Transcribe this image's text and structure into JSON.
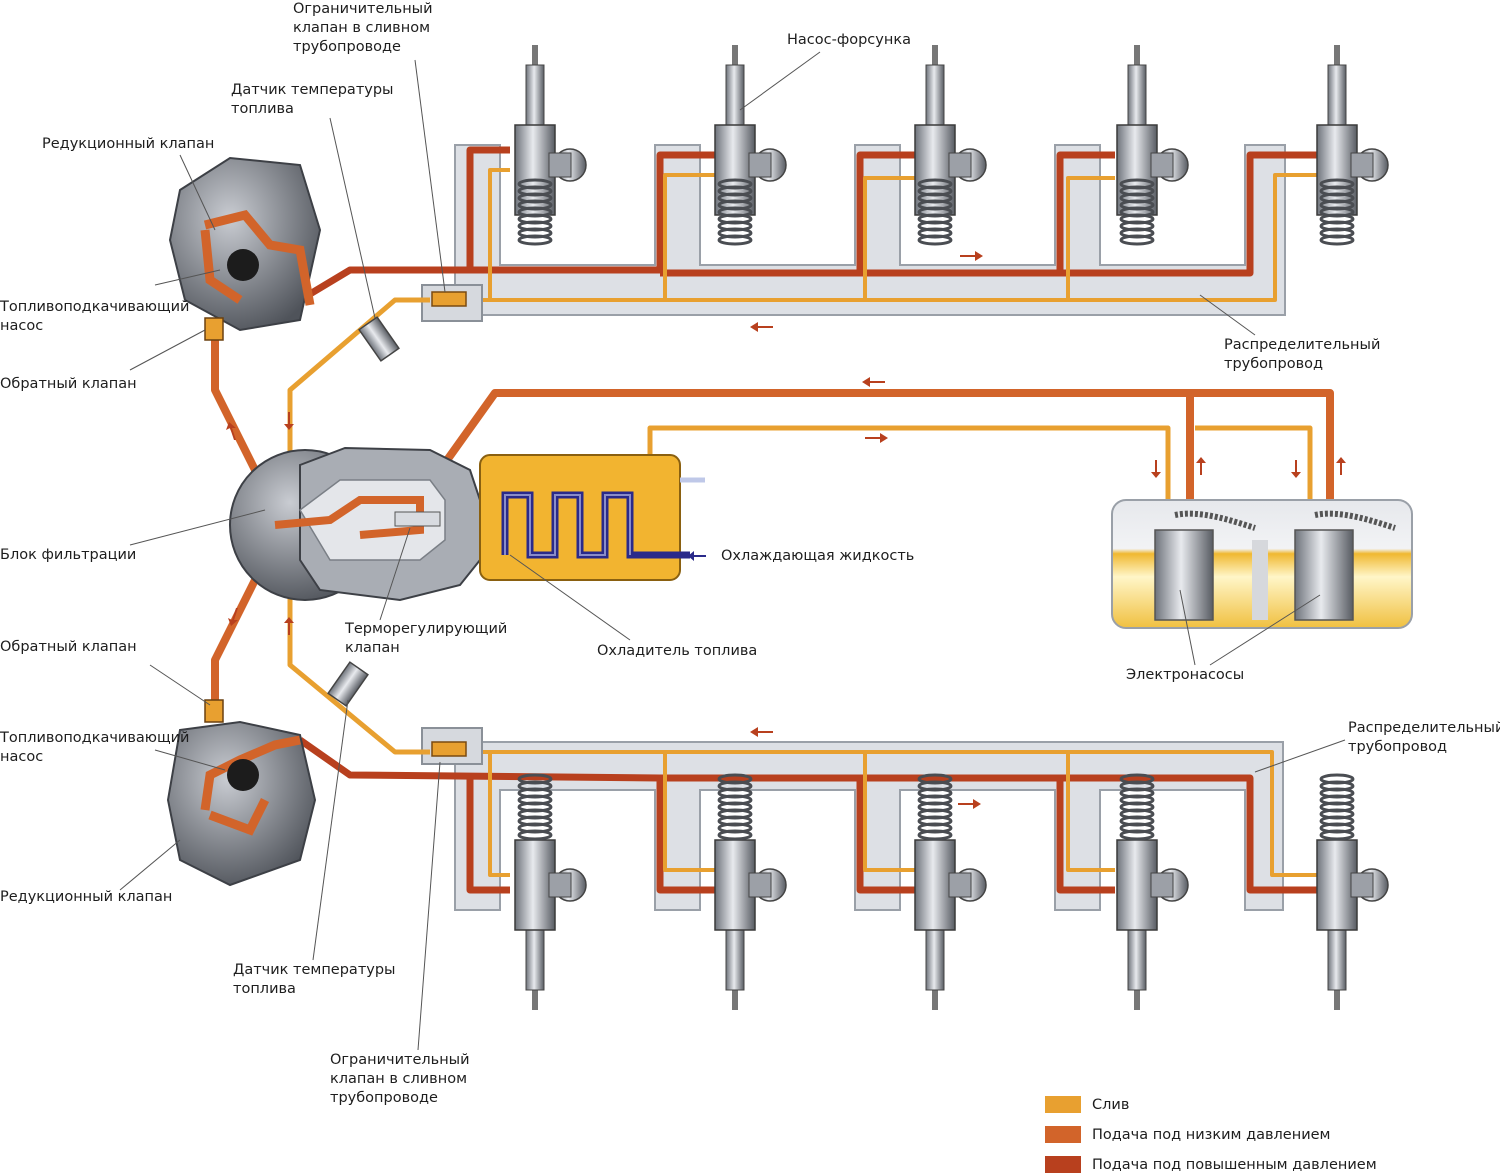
{
  "labels": {
    "limit_valve_top": "Ограничительный\nклапан в сливном\nтрубопроводе",
    "pump_injector": "Насос-форсунка",
    "temp_sensor_top": "Датчик температуры\nтоплива",
    "reduction_valve_top": "Редукционный клапан",
    "boost_pump_top": "Топливоподкачивающий\nнасос",
    "check_valve_top": "Обратный клапан",
    "rail_top": "Распределительный\nтрубопровод",
    "filter_block": "Блок фильтрации",
    "coolant": "Охлаждающая жидкость",
    "thermo_valve": "Терморегулирующий\nклапан",
    "fuel_cooler": "Охладитель топлива",
    "electric_pumps": "Электронасосы",
    "check_valve_bottom": "Обратный клапан",
    "boost_pump_bottom": "Топливоподкачивающий\nнасос",
    "rail_bottom": "Распределительный\nтрубопровод",
    "reduction_valve_bottom": "Редукционный клапан",
    "temp_sensor_bottom": "Датчик температуры\nтоплива",
    "limit_valve_bottom": "Ограничительный\nклапан в сливном\nтрубопроводе"
  },
  "legend": [
    {
      "label": "Слив",
      "color": "#e8a030"
    },
    {
      "label": "Подача под низким давлением",
      "color": "#d2642a"
    },
    {
      "label": "Подача под повышенным давлением",
      "color": "#b8401e"
    }
  ],
  "colors": {
    "drain": "#e8a030",
    "low_pressure": "#d2642a",
    "high_pressure": "#b8401e",
    "coolant": "#2a2a8a",
    "rail_body": "#dfe2e7",
    "tank_fill": "#f2c43a"
  }
}
